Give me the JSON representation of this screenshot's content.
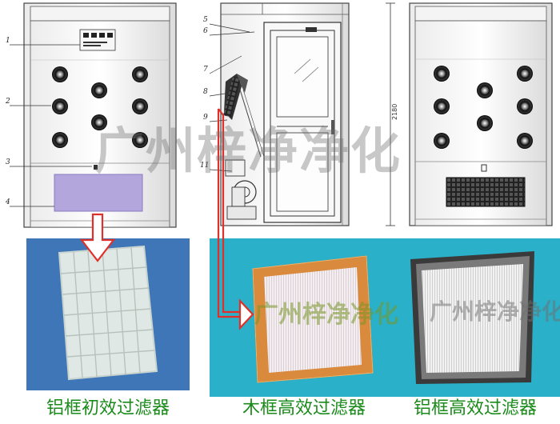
{
  "diagram": {
    "callouts": [
      "1",
      "2",
      "3",
      "4",
      "5",
      "6",
      "7",
      "8",
      "9",
      "11"
    ],
    "dimension_label": "2180",
    "watermark_main": "广州梓净净化",
    "watermark_wood": "广州梓净净化",
    "watermark_alu": "广州梓净净化"
  },
  "captions": {
    "primary_filter": "铝框初效过滤器",
    "wood_hepa": "木框高效过滤器",
    "alu_hepa": "铝框高效过滤器"
  },
  "colors": {
    "primary_panel_bg": "#3f76b8",
    "teal_panel_bg": "#2ab0c8",
    "arrow_red": "#e0302a",
    "caption_green": "#1a8a1a",
    "lavender_filter": "#b3a6dc",
    "wood_frame": "#d98a3d"
  }
}
